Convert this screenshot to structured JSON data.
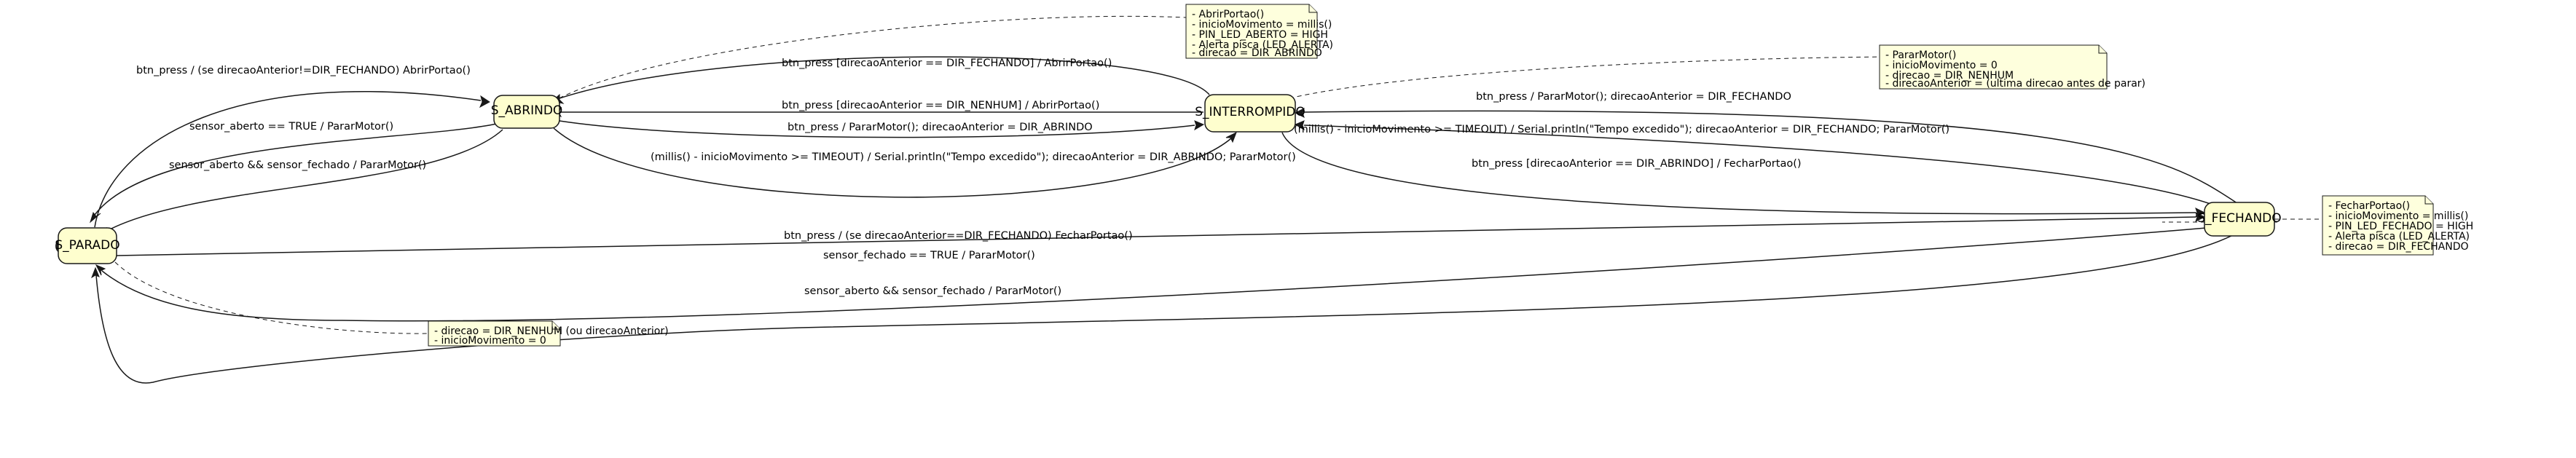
{
  "states": {
    "parado": "S_PARADO",
    "abrindo": "S_ABRINDO",
    "interrompido": "S_INTERROMPIDO",
    "fechando": "S_FECHANDO"
  },
  "transitions": {
    "parado_to_abrindo": "btn_press / (se direcaoAnterior!=DIR_FECHANDO) AbrirPortao()",
    "abrindo_to_parado_sensor": "sensor_aberto == TRUE / PararMotor()",
    "abrindo_to_parado_both": "sensor_aberto && sensor_fechado / PararMotor()",
    "interrompido_to_abrindo_fechando": "btn_press [direcaoAnterior == DIR_FECHANDO] / AbrirPortao()",
    "interrompido_to_abrindo_nenhum": "btn_press [direcaoAnterior == DIR_NENHUM] / AbrirPortao()",
    "abrindo_to_interrompido_btn": "btn_press / PararMotor(); direcaoAnterior = DIR_ABRINDO",
    "abrindo_to_interrompido_timeout": "(millis() - inicioMovimento >= TIMEOUT) / Serial.println(\"Tempo excedido\"); direcaoAnterior = DIR_ABRINDO; PararMotor()",
    "parado_to_fechando": "btn_press / (se direcaoAnterior==DIR_FECHANDO) FecharPortao()",
    "fechando_to_interrompido_btn": "btn_press / PararMotor(); direcaoAnterior = DIR_FECHANDO",
    "fechando_to_interrompido_timeout": "(millis() - inicioMovimento >= TIMEOUT) / Serial.println(\"Tempo excedido\"); direcaoAnterior = DIR_FECHANDO; PararMotor()",
    "interrompido_to_fechando": "btn_press [direcaoAnterior == DIR_ABRINDO] / FecharPortao()",
    "fechando_to_parado_sensor": "sensor_fechado == TRUE / PararMotor()",
    "fechando_to_parado_both": "sensor_aberto && sensor_fechado / PararMotor()"
  },
  "notes": {
    "abrindo": [
      "- AbrirPortao()",
      "- inicioMovimento = millis()",
      "- PIN_LED_ABERTO = HIGH",
      "- Alerta pisca (LED_ALERTA)",
      "- direcao = DIR_ABRINDO"
    ],
    "interrompido": [
      "- PararMotor()",
      "- inicioMovimento = 0",
      "- direcao = DIR_NENHUM",
      "- direcaoAnterior = (ultima direcao antes de parar)"
    ],
    "fechando": [
      "- FecharPortao()",
      "- inicioMovimento = millis()",
      "- PIN_LED_FECHADO = HIGH",
      "- Alerta pisca (LED_ALERTA)",
      "- direcao = DIR_FECHANDO"
    ],
    "parado": [
      "- direcao = DIR_NENHUM (ou direcaoAnterior)",
      "- inicioMovimento = 0"
    ]
  }
}
